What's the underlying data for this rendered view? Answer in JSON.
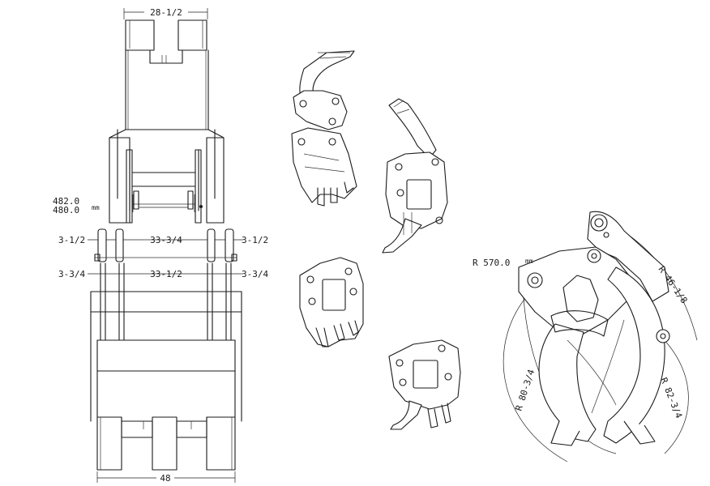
{
  "front_view": {
    "top_width": "28-1/2",
    "pin_center_mm_top": "482.0",
    "pin_center_mm_bottom": "480.0",
    "pin_center_unit": "mm",
    "upper_ear_width": "3-1/2",
    "upper_ear_inner": "33-3/4",
    "upper_ear_width_right": "3-1/2",
    "lower_ear_width": "3-3/4",
    "lower_ear_inner": "33-1/2",
    "lower_ear_width_right": "3-3/4",
    "bottom_width": "48"
  },
  "side_view": {
    "radius_pin": "R 570.0",
    "radius_pin_unit": "mm",
    "radius_upper": "R 46-1/8",
    "radius_left": "R 80-3/4",
    "radius_right": "R 82-3/4"
  }
}
